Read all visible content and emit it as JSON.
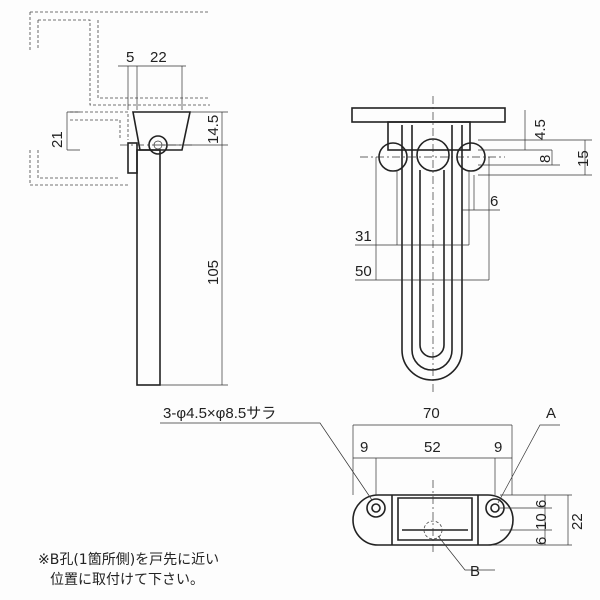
{
  "side_view": {
    "dims": {
      "offset": "5",
      "width": "22",
      "height_21": "21",
      "height_14_5": "14.5",
      "length": "105"
    }
  },
  "front_view": {
    "dims": {
      "d4_5": "4.5",
      "d8": "8",
      "d15": "15",
      "d6": "6",
      "d31": "31",
      "d50": "50"
    }
  },
  "base_view": {
    "hole_spec": "3-φ4.5×φ8.5サラ",
    "dims": {
      "total": "70",
      "edge_left": "9",
      "pitch": "52",
      "edge_right": "9",
      "v6a": "6",
      "v10": "10",
      "v6b": "6",
      "height": "22"
    },
    "label_a": "A",
    "label_b": "B"
  },
  "note": {
    "line1": "※B孔(1箇所側)を戸先に近い",
    "line2": "位置に取付けて下さい。"
  }
}
